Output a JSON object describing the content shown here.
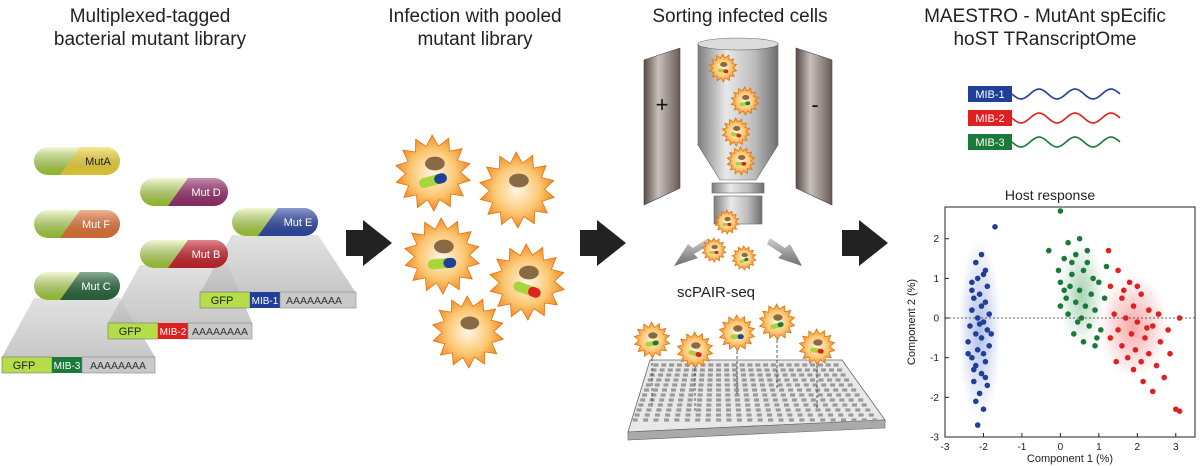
{
  "titles": {
    "library": [
      "Multiplexed-tagged",
      "bacterial mutant library"
    ],
    "infection": [
      "Infection with pooled",
      "mutant library"
    ],
    "sorting": "Sorting infected cells",
    "maestro": [
      "MAESTRO - MutAnt spEcific",
      "hoST TRanscriptOme"
    ]
  },
  "mutants": [
    {
      "label": "MutA"
    },
    {
      "label": "Mut  D"
    },
    {
      "label": "Mut  F"
    },
    {
      "label": "Mut  E"
    },
    {
      "label": "Mut  B"
    },
    {
      "label": "Mut  C"
    }
  ],
  "constructs": [
    {
      "gfp": "GFP",
      "mib": "MIB-1",
      "polya": "AAAAAAAA"
    },
    {
      "gfp": "GFP",
      "mib": "MIB-2",
      "polya": "AAAAAAAA"
    },
    {
      "gfp": "GFP",
      "mib": "MIB-3",
      "polya": "AAAAAAAA"
    }
  ],
  "sorter": {
    "plus": "+",
    "minus": "-"
  },
  "scpair_label": "scPAIR-seq",
  "mib_legend": [
    {
      "label": "MIB-1",
      "color": "#1f3f99"
    },
    {
      "label": "MIB-2",
      "color": "#e02020"
    },
    {
      "label": "MIB-3",
      "color": "#1a7a3a"
    }
  ],
  "colors": {
    "mib1": "#1f3f99",
    "mib2": "#e02020",
    "mib3": "#1a7a3a",
    "gfp": "#b5dd4a",
    "cell": "#f28a1e",
    "arrow": "#222222"
  },
  "chart_data": {
    "type": "scatter",
    "title": "Host response",
    "xlabel": "Component 1 (%)",
    "ylabel": "Component 2 (%)",
    "xlim": [
      -3,
      3.5
    ],
    "ylim": [
      -3,
      2.8
    ],
    "xticks": [
      -3,
      -2,
      -1,
      0,
      1,
      2,
      3
    ],
    "yticks": [
      -3,
      -2,
      -1,
      0,
      1,
      2
    ],
    "reference_line_y": 0,
    "series": [
      {
        "name": "MIB-1",
        "color": "#1f3f99",
        "ellipse": {
          "cx": -2.1,
          "cy": -0.3,
          "rx": 0.55,
          "ry": 2.3
        },
        "points": [
          [
            -1.7,
            2.3
          ],
          [
            -2.05,
            1.6
          ],
          [
            -2.2,
            1.4
          ],
          [
            -1.95,
            1.2
          ],
          [
            -2.15,
            1.0
          ],
          [
            -2.3,
            0.9
          ],
          [
            -1.9,
            0.8
          ],
          [
            -2.1,
            0.6
          ],
          [
            -2.25,
            0.5
          ],
          [
            -1.95,
            0.4
          ],
          [
            -2.05,
            0.3
          ],
          [
            -2.3,
            0.2
          ],
          [
            -1.85,
            0.1
          ],
          [
            -2.15,
            0.0
          ],
          [
            -2.0,
            -0.1
          ],
          [
            -2.35,
            -0.2
          ],
          [
            -1.9,
            -0.3
          ],
          [
            -2.2,
            -0.4
          ],
          [
            -2.05,
            -0.5
          ],
          [
            -2.4,
            -0.6
          ],
          [
            -1.85,
            -0.7
          ],
          [
            -2.15,
            -0.8
          ],
          [
            -2.0,
            -0.9
          ],
          [
            -2.3,
            -1.0
          ],
          [
            -1.95,
            -1.1
          ],
          [
            -2.2,
            -1.2
          ],
          [
            -2.05,
            -1.4
          ],
          [
            -2.25,
            -1.6
          ],
          [
            -1.9,
            -1.7
          ],
          [
            -2.1,
            -1.9
          ],
          [
            -2.2,
            -2.1
          ],
          [
            -2.0,
            -2.3
          ],
          [
            -2.15,
            -2.7
          ],
          [
            -2.4,
            -0.9
          ],
          [
            -1.8,
            -0.4
          ],
          [
            -2.3,
            0.7
          ],
          [
            -2.0,
            1.1
          ],
          [
            -2.25,
            -1.3
          ],
          [
            -2.1,
            -0.15
          ],
          [
            -1.95,
            -1.5
          ]
        ]
      },
      {
        "name": "MIB-3",
        "color": "#1a7a3a",
        "ellipse": {
          "cx": 0.55,
          "cy": 0.6,
          "rx": 0.6,
          "ry": 1.3
        },
        "points": [
          [
            0.0,
            2.7
          ],
          [
            -0.3,
            1.7
          ],
          [
            0.2,
            1.9
          ],
          [
            0.5,
            2.0
          ],
          [
            0.1,
            1.5
          ],
          [
            0.4,
            1.6
          ],
          [
            0.7,
            1.4
          ],
          [
            -0.05,
            1.2
          ],
          [
            0.3,
            1.1
          ],
          [
            0.6,
            1.2
          ],
          [
            0.85,
            1.0
          ],
          [
            0.0,
            0.9
          ],
          [
            0.25,
            0.8
          ],
          [
            0.5,
            0.7
          ],
          [
            0.8,
            0.6
          ],
          [
            1.0,
            0.9
          ],
          [
            0.15,
            0.5
          ],
          [
            0.4,
            0.4
          ],
          [
            0.65,
            0.3
          ],
          [
            0.9,
            0.2
          ],
          [
            0.2,
            0.1
          ],
          [
            0.55,
            0.0
          ],
          [
            0.75,
            -0.2
          ],
          [
            1.05,
            -0.3
          ],
          [
            0.35,
            -0.4
          ],
          [
            0.6,
            -0.6
          ],
          [
            0.9,
            -0.7
          ],
          [
            1.15,
            0.5
          ],
          [
            0.0,
            0.3
          ],
          [
            0.45,
            -0.1
          ],
          [
            0.7,
            1.7
          ],
          [
            1.2,
            1.3
          ],
          [
            0.3,
            1.4
          ],
          [
            0.95,
            -0.5
          ],
          [
            0.1,
            0.7
          ]
        ]
      },
      {
        "name": "MIB-2",
        "color": "#e02020",
        "ellipse": {
          "cx": 1.9,
          "cy": -0.2,
          "rx": 0.9,
          "ry": 1.3
        },
        "points": [
          [
            1.25,
            1.7
          ],
          [
            1.5,
            1.2
          ],
          [
            1.8,
            0.9
          ],
          [
            1.3,
            0.8
          ],
          [
            2.1,
            0.6
          ],
          [
            1.6,
            0.5
          ],
          [
            1.9,
            0.3
          ],
          [
            2.3,
            0.2
          ],
          [
            1.4,
            0.1
          ],
          [
            1.7,
            0.0
          ],
          [
            2.0,
            -0.1
          ],
          [
            2.4,
            -0.2
          ],
          [
            1.5,
            -0.3
          ],
          [
            1.85,
            -0.4
          ],
          [
            2.2,
            -0.5
          ],
          [
            2.6,
            -0.6
          ],
          [
            1.6,
            -0.7
          ],
          [
            1.95,
            -0.8
          ],
          [
            2.3,
            -0.9
          ],
          [
            1.75,
            -1.0
          ],
          [
            2.1,
            -1.1
          ],
          [
            2.5,
            -1.2
          ],
          [
            1.9,
            -1.3
          ],
          [
            2.7,
            -1.5
          ],
          [
            2.15,
            -1.6
          ],
          [
            2.4,
            -1.85
          ],
          [
            3.0,
            -2.3
          ],
          [
            3.1,
            -2.35
          ],
          [
            3.1,
            0.0
          ],
          [
            2.8,
            -0.3
          ],
          [
            1.3,
            -0.5
          ],
          [
            2.55,
            0.1
          ],
          [
            2.0,
            0.8
          ],
          [
            1.45,
            -1.1
          ],
          [
            2.25,
            -0.25
          ],
          [
            1.65,
            0.7
          ],
          [
            2.85,
            -0.9
          ]
        ]
      }
    ]
  }
}
